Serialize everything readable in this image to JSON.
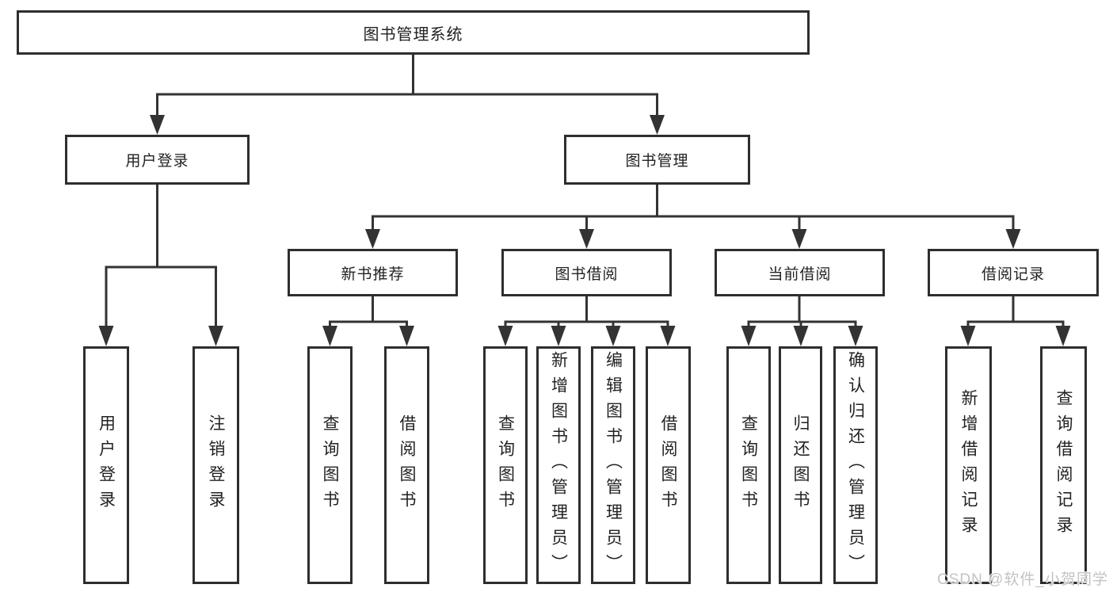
{
  "diagram": {
    "root": {
      "label": "图书管理系统"
    },
    "branches": [
      {
        "label": "用户登录",
        "children": [
          {
            "label": "用户登录"
          },
          {
            "label": "注销登录"
          }
        ]
      },
      {
        "label": "图书管理",
        "children": [
          {
            "label": "新书推荐",
            "children": [
              {
                "label": "查询图书"
              },
              {
                "label": "借阅图书"
              }
            ]
          },
          {
            "label": "图书借阅",
            "children": [
              {
                "label": "查询图书"
              },
              {
                "label": "新增图书（管理员）"
              },
              {
                "label": "编辑图书（管理员）"
              },
              {
                "label": "借阅图书"
              }
            ]
          },
          {
            "label": "当前借阅",
            "children": [
              {
                "label": "查询图书"
              },
              {
                "label": "归还图书"
              },
              {
                "label": "确认归还（管理员）"
              }
            ]
          },
          {
            "label": "借阅记录",
            "children": [
              {
                "label": "新增借阅记录"
              },
              {
                "label": "查询借阅记录"
              }
            ]
          }
        ]
      }
    ]
  },
  "watermark": {
    "text": "CSDN @软件_小贺同学"
  },
  "colors": {
    "line": "#333333",
    "border": "#2e2e2e",
    "fill": "#ffffff",
    "text": "#222222",
    "watermark": "#c3c3c3"
  }
}
